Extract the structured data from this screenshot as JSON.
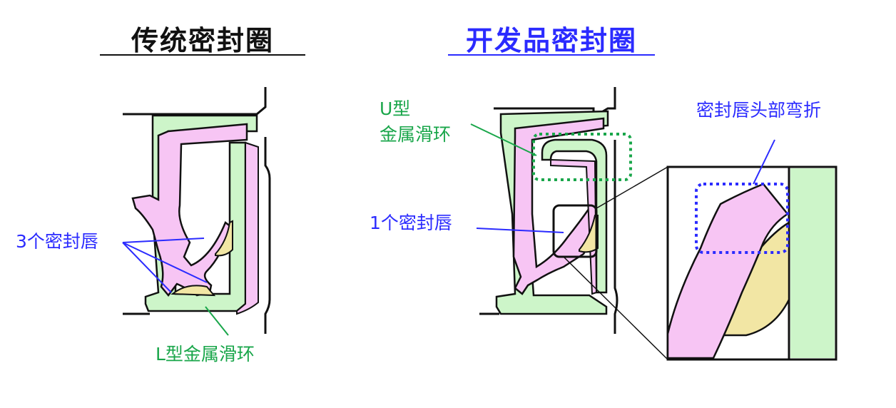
{
  "titles": {
    "traditional": "传统密封圈",
    "developed": "开发品密封圈"
  },
  "labels": {
    "three_lips": "3个密封唇",
    "l_ring": "L型金属滑环",
    "u_ring_line1": "U型",
    "u_ring_line2": "金属滑环",
    "one_lip": "1个密封唇",
    "lip_bend": "密封唇头部弯折"
  },
  "colors": {
    "blue": "#2b2bff",
    "green": "#19a64a",
    "pink": "#f7c5f4",
    "light_green": "#cdf5c9",
    "yellow": "#f2e6a4",
    "black": "#111111"
  }
}
